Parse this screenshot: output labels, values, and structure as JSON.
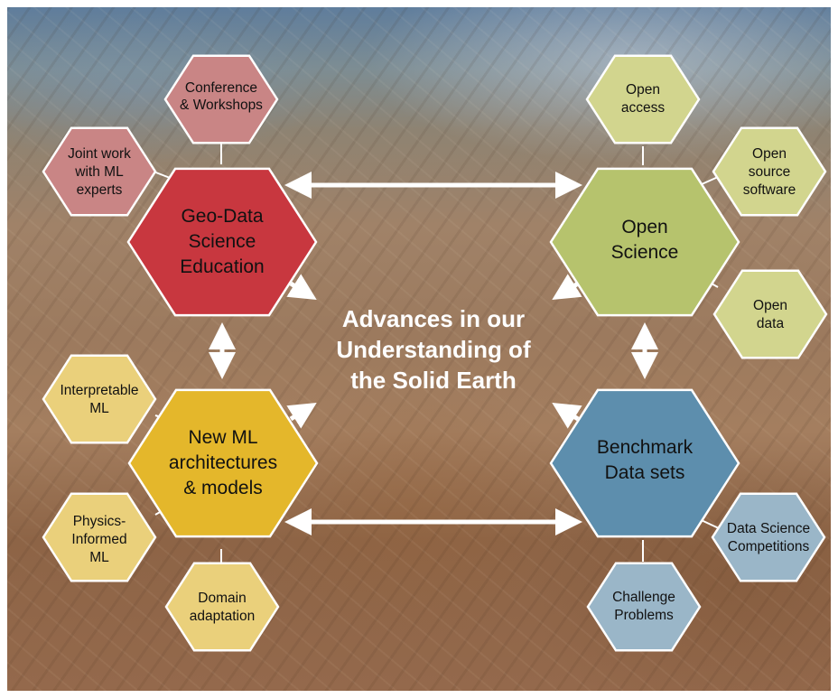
{
  "center": {
    "lines": [
      "Advances in our",
      "Understanding of",
      "the Solid Earth"
    ]
  },
  "colors": {
    "red": "#c8373f",
    "red_light": "#c98585",
    "green": "#b6c36d",
    "green_light": "#d2d58e",
    "yellow": "#e4b72b",
    "yellow_light": "#ead07b",
    "blue": "#5d8ead",
    "blue_light": "#9ab6c8",
    "arrow": "#ffffff"
  },
  "hubs": {
    "education": [
      "Geo-Data",
      "Science",
      "Education"
    ],
    "open_science": [
      "Open",
      "Science"
    ],
    "ml": [
      "New ML",
      "architectures",
      "& models"
    ],
    "benchmark": [
      "Benchmark",
      "Data sets"
    ]
  },
  "satellites": {
    "conference": [
      "Conference",
      "& Workshops"
    ],
    "joint_work": [
      "Joint work",
      "with ML",
      "experts"
    ],
    "open_access": [
      "Open",
      "access"
    ],
    "open_source": [
      "Open",
      "source",
      "software"
    ],
    "open_data": [
      "Open",
      "data"
    ],
    "interpretable": [
      "Interpretable",
      "ML"
    ],
    "physics": [
      "Physics-",
      "Informed",
      "ML"
    ],
    "domain": [
      "Domain",
      "adaptation"
    ],
    "competitions": [
      "Data Science",
      "Competitions"
    ],
    "challenge": [
      "Challenge",
      "Problems"
    ]
  }
}
